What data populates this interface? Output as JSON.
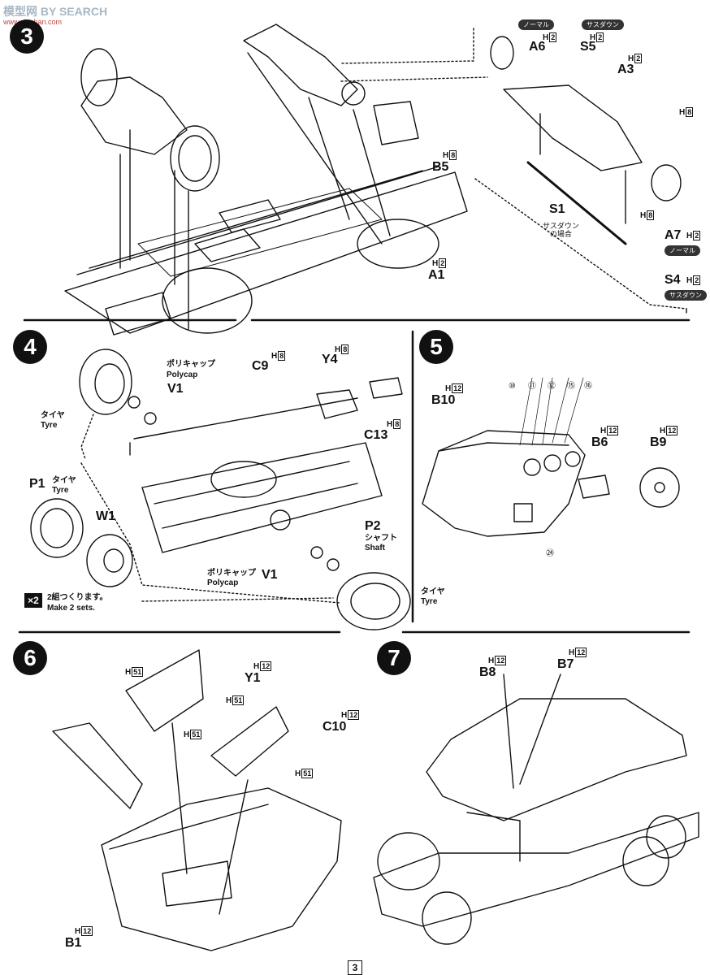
{
  "watermark": {
    "brand": "模型网 BY SEARCH",
    "url": "www.xinshan.com"
  },
  "page_number": "3",
  "step3": {
    "number": "3",
    "parts": {
      "A1": "A1",
      "B5": "B5",
      "A3": "A3",
      "A6": "A6",
      "S5": "S5",
      "S1": "S1",
      "A7": "A7",
      "S4": "S4"
    },
    "paint": {
      "h2": "H",
      "h2n": "2",
      "h8n": "8"
    },
    "tags": {
      "normal": "ノーマル",
      "sasdown": "サスダウン",
      "normal2": "ノーマル",
      "sasdown2": "サスダウン"
    },
    "note_s1": "サスダウン\nの場合"
  },
  "step4": {
    "number": "4",
    "parts": {
      "C9": "C9",
      "Y4": "Y4",
      "V1a": "V1",
      "C13": "C13",
      "P1": "P1",
      "W1": "W1",
      "P2": "P2",
      "V1b": "V1"
    },
    "polycap_jp": "ポリキャップ",
    "polycap_en": "Polycap",
    "tyre_jp": "タイヤ",
    "tyre_en": "Tyre",
    "shaft_jp": "シャフト",
    "shaft_en": "Shaft",
    "make2_jp": "2組つくります。",
    "make2_en": "Make 2 sets.",
    "x2": "×2",
    "paint": {
      "h8n": "8"
    }
  },
  "step5": {
    "number": "5",
    "parts": {
      "B10": "B10",
      "B6": "B6",
      "B9": "B9"
    },
    "decals": [
      "⑩",
      "⑪",
      "⑫",
      "⑮",
      "⑯"
    ],
    "decal_bottom": "㉔",
    "paint": {
      "h12n": "12"
    }
  },
  "step6": {
    "number": "6",
    "parts": {
      "Y1": "Y1",
      "C10": "C10",
      "B1": "B1"
    },
    "paint": {
      "h51n": "51",
      "h12n": "12"
    }
  },
  "step7": {
    "number": "7",
    "parts": {
      "B8": "B8",
      "B7": "B7"
    },
    "paint": {
      "h12n": "12"
    }
  }
}
